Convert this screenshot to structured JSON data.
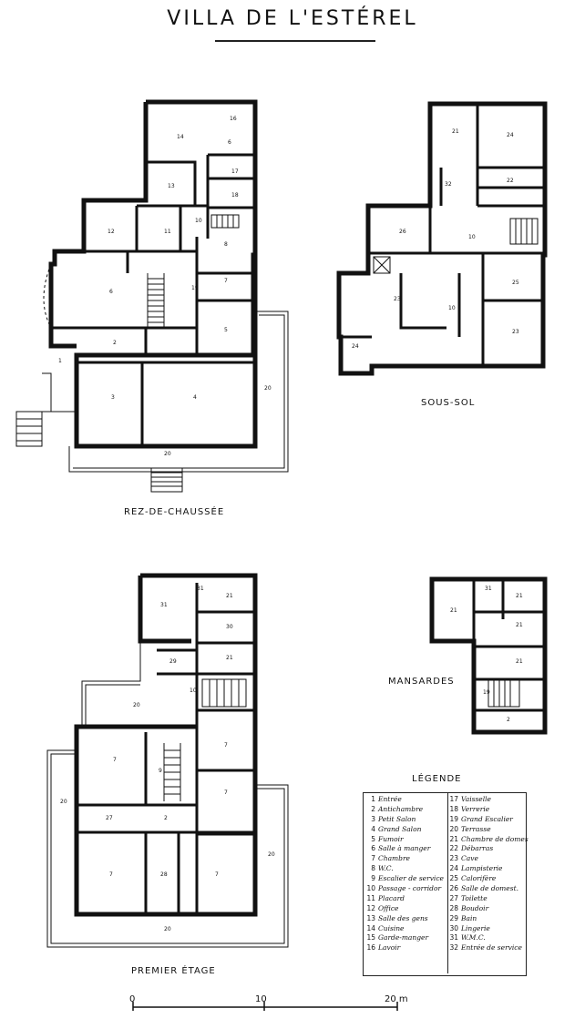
{
  "title": "VILLA DE L'ESTÉREL",
  "plans": {
    "ground": "REZ-DE-CHAUSSÉE",
    "basement": "SOUS-SOL",
    "first": "PREMIER ÉTAGE",
    "attic": "MANSARDES"
  },
  "legend": {
    "title": "LÉGENDE",
    "left": [
      {
        "n": "1",
        "label": "Entrée"
      },
      {
        "n": "2",
        "label": "Antichambre"
      },
      {
        "n": "3",
        "label": "Petit Salon"
      },
      {
        "n": "4",
        "label": "Grand Salon"
      },
      {
        "n": "5",
        "label": "Fumoir"
      },
      {
        "n": "6",
        "label": "Salle à manger"
      },
      {
        "n": "7",
        "label": "Chambre"
      },
      {
        "n": "8",
        "label": "W.C."
      },
      {
        "n": "9",
        "label": "Escalier de service"
      },
      {
        "n": "10",
        "label": "Passage - corridor"
      },
      {
        "n": "11",
        "label": "Placard"
      },
      {
        "n": "12",
        "label": "Office"
      },
      {
        "n": "13",
        "label": "Salle des gens"
      },
      {
        "n": "14",
        "label": "Cuisine"
      },
      {
        "n": "15",
        "label": "Garde-manger"
      },
      {
        "n": "16",
        "label": "Lavoir"
      }
    ],
    "right": [
      {
        "n": "17",
        "label": "Vaisselle"
      },
      {
        "n": "18",
        "label": "Verrerie"
      },
      {
        "n": "19",
        "label": "Grand Escalier"
      },
      {
        "n": "20",
        "label": "Terrasse"
      },
      {
        "n": "21",
        "label": "Chambre de domestique"
      },
      {
        "n": "22",
        "label": "Débarras"
      },
      {
        "n": "23",
        "label": "Cave"
      },
      {
        "n": "24",
        "label": "Lampisterie"
      },
      {
        "n": "25",
        "label": "Calorifère"
      },
      {
        "n": "26",
        "label": "Salle de domest."
      },
      {
        "n": "27",
        "label": "Toilette"
      },
      {
        "n": "28",
        "label": "Boudoir"
      },
      {
        "n": "29",
        "label": "Bain"
      },
      {
        "n": "30",
        "label": "Lingerie"
      },
      {
        "n": "31",
        "label": "W.M.C."
      },
      {
        "n": "32",
        "label": "Entrée de service"
      }
    ]
  },
  "scale": {
    "ticks": [
      "0",
      "10",
      "20 m"
    ]
  }
}
